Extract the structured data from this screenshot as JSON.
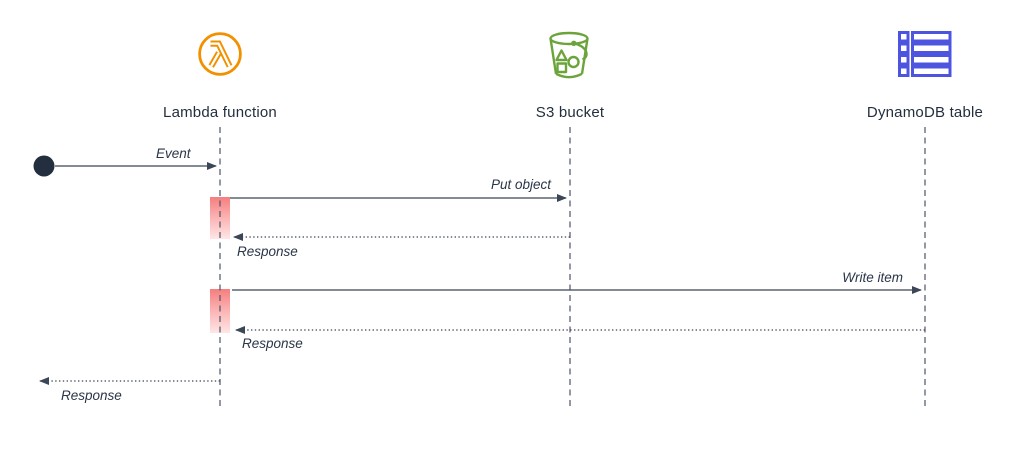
{
  "diagram": {
    "type": "sequence",
    "actors": [
      {
        "label": "Lambda function",
        "icon": "lambda-icon",
        "color": "#F29100"
      },
      {
        "label": "S3 bucket",
        "icon": "s3-bucket-icon",
        "color": "#6CA43C"
      },
      {
        "label": "DynamoDB table",
        "icon": "dynamodb-table-icon",
        "color": "#4D55E0"
      }
    ],
    "messages": [
      {
        "label": "Event",
        "from": "start",
        "to": "lambda-function",
        "line": "solid"
      },
      {
        "label": "Put object",
        "from": "lambda-function",
        "to": "s3-bucket",
        "line": "solid"
      },
      {
        "label": "Response",
        "from": "s3-bucket",
        "to": "lambda-function",
        "line": "dotted"
      },
      {
        "label": "Write item",
        "from": "lambda-function",
        "to": "dynamodb-table",
        "line": "solid"
      },
      {
        "label": "Response",
        "from": "dynamodb-table",
        "to": "lambda-function",
        "line": "dotted"
      },
      {
        "label": "Response",
        "from": "lambda-function",
        "to": "start",
        "line": "dotted"
      }
    ],
    "colors": {
      "arrow_line": "#3B4656",
      "label_text": "#232F3E",
      "lifeline": "#4A5568",
      "start_dot": "#232F3E",
      "activation_top": "#F57E7E",
      "activation_bottom": "#FFE6E6",
      "lambda_orange": "#F29100",
      "s3_green": "#6CA43C",
      "dynamodb_blue": "#4D55E0"
    }
  }
}
